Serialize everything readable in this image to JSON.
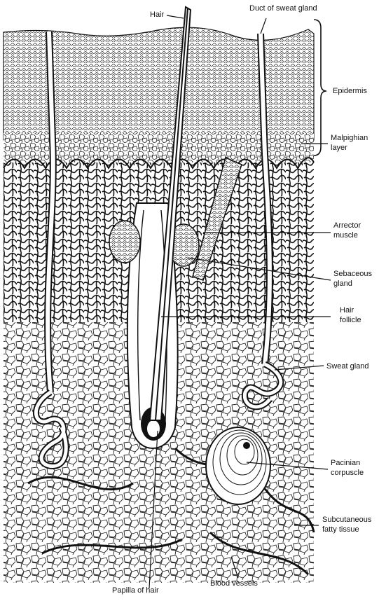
{
  "diagram": {
    "labels": {
      "hair": "Hair",
      "duct": "Duct of sweat gland",
      "epidermis": "Epidermis",
      "malpighian_1": "Malpighian",
      "malpighian_2": "layer",
      "arrector_1": "Arrector",
      "arrector_2": "muscle",
      "sebaceous_1": "Sebaceous",
      "sebaceous_2": "gland",
      "follicle_1": "Hair",
      "follicle_2": "follicle",
      "sweat_gland": "Sweat gland",
      "pacinian_1": "Pacinian",
      "pacinian_2": "corpuscle",
      "subcutaneous_1": "Subcutaneous",
      "subcutaneous_2": "fatty tissue",
      "papilla": "Papilla of hair",
      "blood_vessels": "Blood vessels"
    },
    "colors": {
      "ink": "#111111",
      "paper": "#ffffff"
    }
  }
}
